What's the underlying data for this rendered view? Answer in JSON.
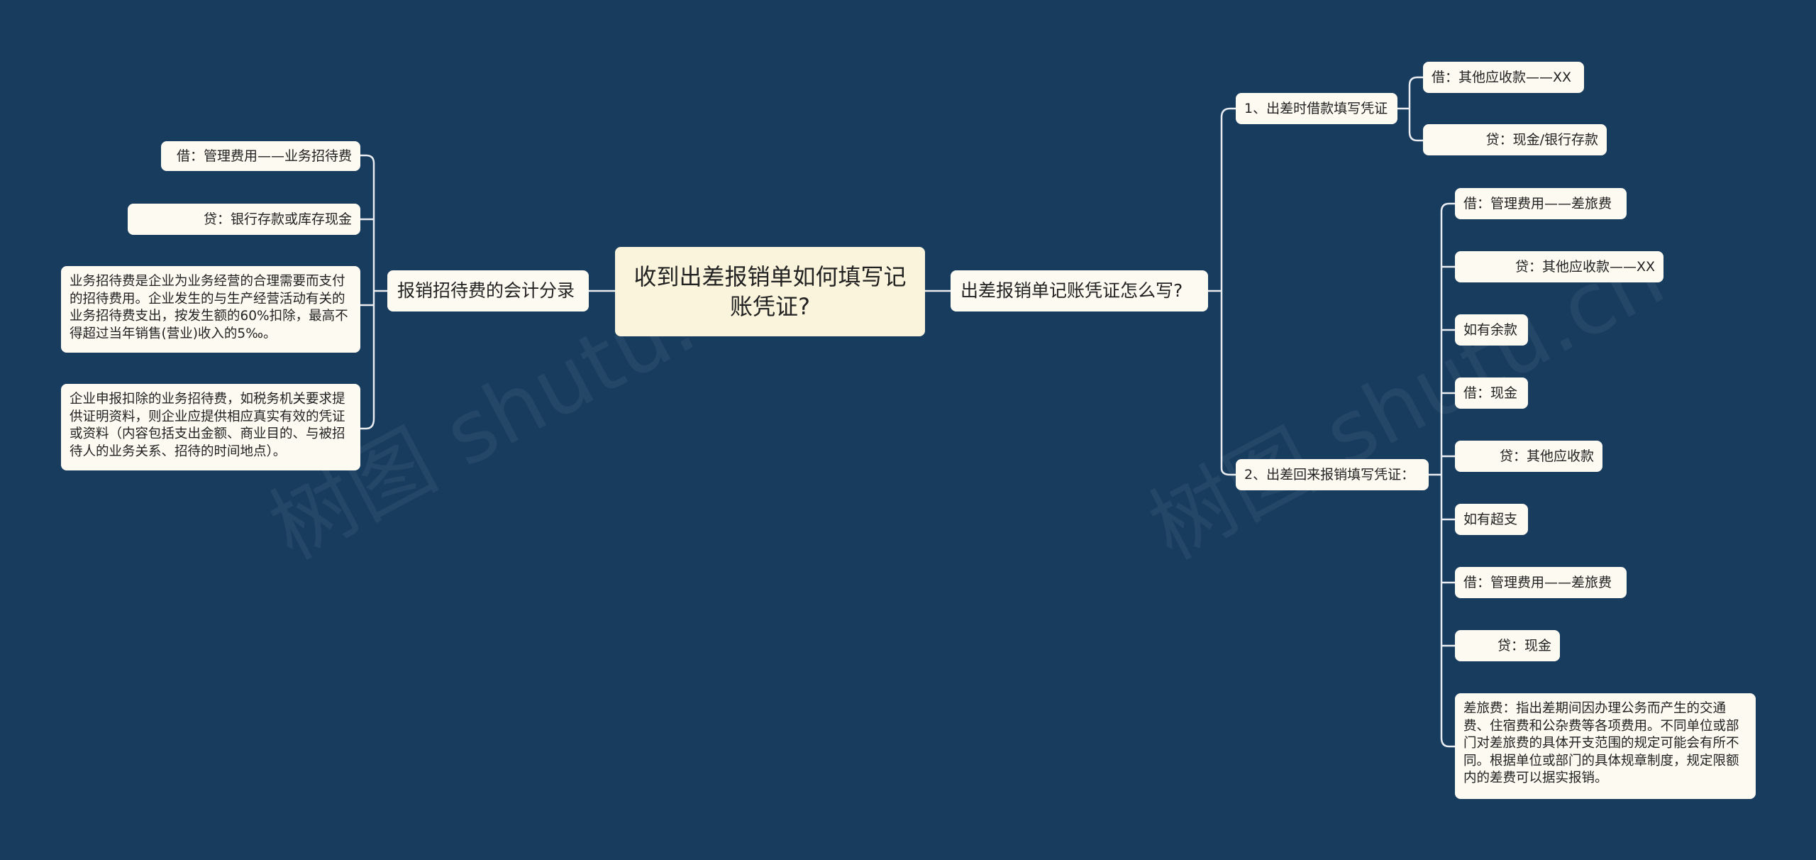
{
  "colors": {
    "background": "#173c5e",
    "node": "#fdfbf1",
    "root": "#fbf4dc",
    "line": "#e9edf2"
  },
  "root": {
    "label": "收到出差报销单如何填写记账凭证?"
  },
  "left_branch": {
    "label": "报销招待费的会计分录",
    "children": [
      "借：管理费用——业务招待费",
      "贷：银行存款或库存现金",
      "业务招待费是企业为业务经营的合理需要而支付的招待费用。企业发生的与生产经营活动有关的业务招待费支出，按发生额的60%扣除，最高不得超过当年销售(营业)收入的5‰。",
      "企业申报扣除的业务招待费，如税务机关要求提供证明资料，则企业应提供相应真实有效的凭证或资料（内容包括支出金额、商业目的、与被招待人的业务关系、招待的时间地点）。"
    ]
  },
  "right_branch": {
    "label": "出差报销单记账凭证怎么写?",
    "sub1": {
      "label": "1、出差时借款填写凭证",
      "children": [
        "借：其他应收款——XX",
        "贷：现金/银行存款"
      ]
    },
    "sub2": {
      "label": "2、出差回来报销填写凭证：",
      "children": [
        "借：管理费用——差旅费",
        "贷：其他应收款——XX",
        "如有余款",
        "借：现金",
        "贷：其他应收款",
        "如有超支",
        "借：管理费用——差旅费",
        "贷：现金",
        "差旅费：指出差期间因办理公务而产生的交通费、住宿费和公杂费等各项费用。不同单位或部门对差旅费的具体开支范围的规定可能会有所不同。根据单位或部门的具体规章制度，规定限额内的差费可以据实报销。"
      ]
    }
  }
}
